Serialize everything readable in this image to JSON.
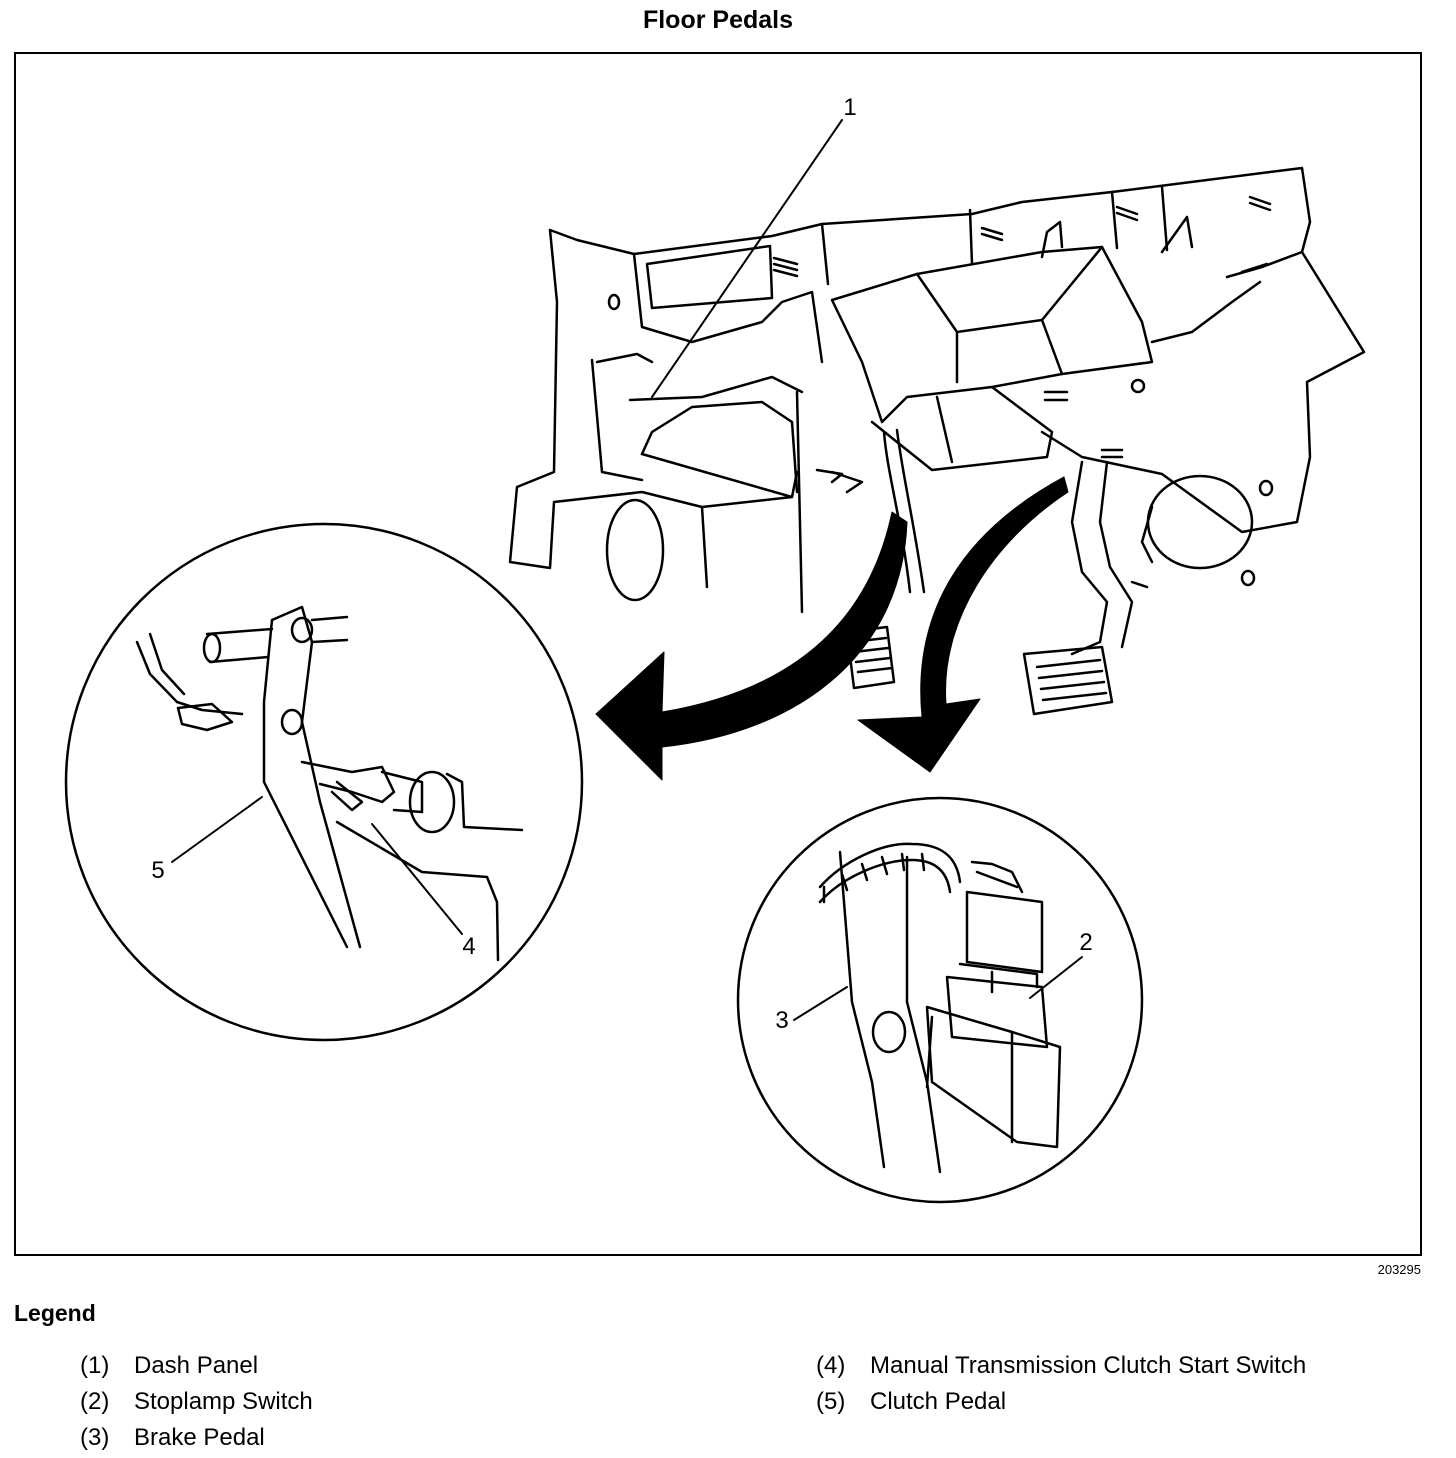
{
  "title": "Floor Pedals",
  "figure_number": "203295",
  "callouts": [
    "1",
    "2",
    "3",
    "4",
    "5"
  ],
  "legend": {
    "heading": "Legend",
    "items": [
      {
        "num": "(1)",
        "label": "Dash Panel"
      },
      {
        "num": "(2)",
        "label": "Stoplamp Switch"
      },
      {
        "num": "(3)",
        "label": "Brake Pedal"
      },
      {
        "num": "(4)",
        "label": "Manual Transmission Clutch Start Switch"
      },
      {
        "num": "(5)",
        "label": "Clutch Pedal"
      }
    ]
  }
}
